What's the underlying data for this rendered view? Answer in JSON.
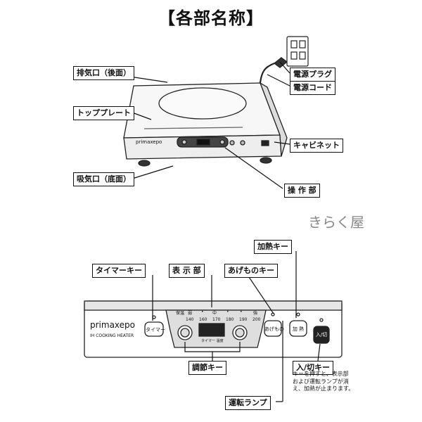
{
  "title": "【各部名称】",
  "watermark": "きらく屋",
  "top_view": {
    "labels": {
      "exhaust": "排気口（後面）",
      "top_plate": "トッププレート",
      "intake": "吸気口（底面）",
      "plug": "電源プラグ",
      "cord": "電源コード",
      "cabinet": "キャビネット",
      "control": "操 作 部"
    },
    "brand_small": "primaxepo"
  },
  "panel_view": {
    "labels": {
      "timer_key": "タイマーキー",
      "display": "表 示 部",
      "fry_key": "あげものキー",
      "heat_key": "加熱キー",
      "adjust_key": "調節キー",
      "power_key": "入/切キー",
      "run_lamp": "運転ランプ"
    },
    "brand": "primaxepo",
    "subtitle": "IH COOKING HEATER",
    "buttons": {
      "timer": "タイマー",
      "fry": "あげもの",
      "heat": "加 熱",
      "power": "入/切"
    },
    "scale": {
      "top": [
        "保温",
        "弱",
        "•",
        "中",
        "•",
        "•",
        "強"
      ],
      "bottom": [
        "",
        "140",
        "160",
        "170",
        "180",
        "190",
        "200"
      ]
    },
    "display_caption": "タイマー 温度",
    "power_note": "キーを押すと、表示部\nおよび運転ランプが消\nえ、加熱が止まります。"
  }
}
